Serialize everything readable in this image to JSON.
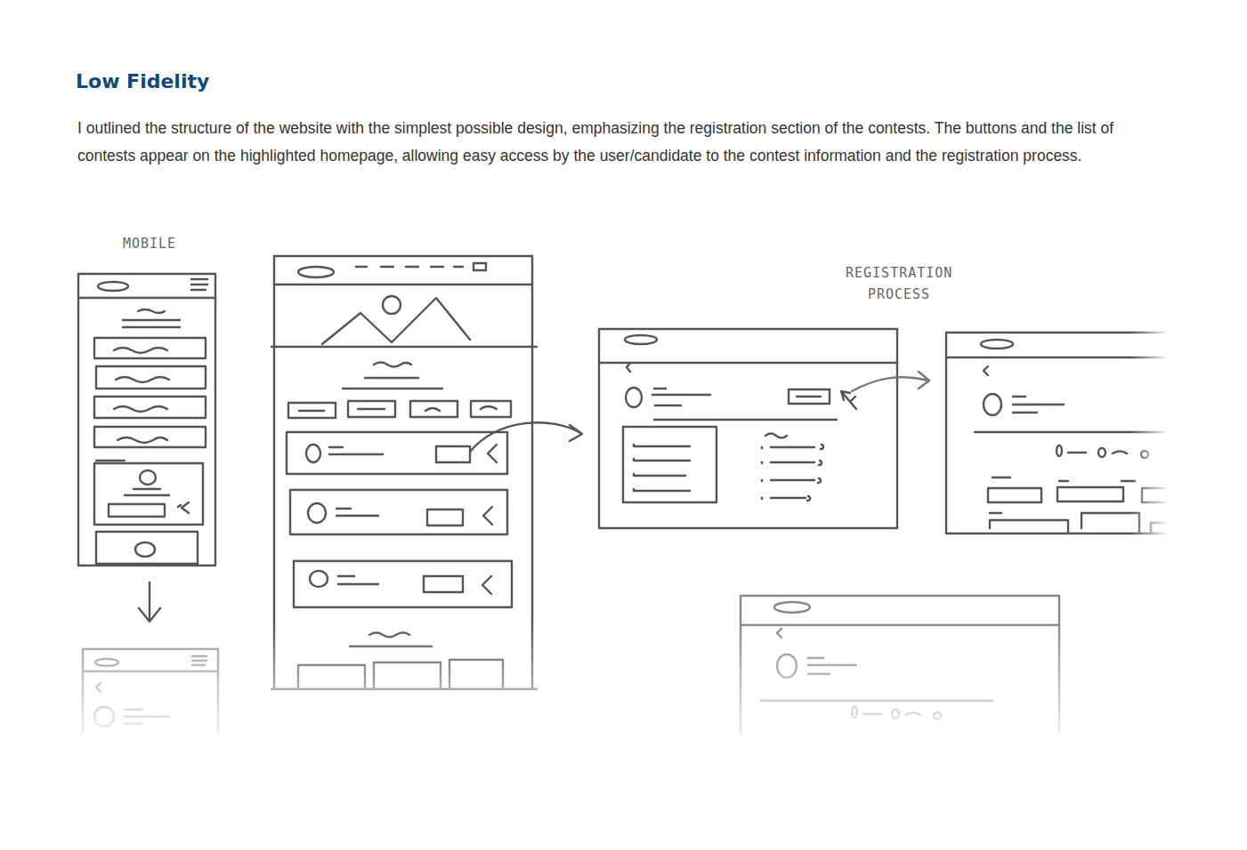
{
  "diagram": {
    "title": "Low Fidelity",
    "caption": "I outlined the structure of the website with the simplest possible design, emphasizing the registration section of the contests. The buttons and the list of contests appear on the highlighted homepage, allowing easy access by the user/candidate to the contest information and the registration process.",
    "labels": [
      "MOBILE",
      "REGISTRATION PROCESS"
    ]
  }
}
